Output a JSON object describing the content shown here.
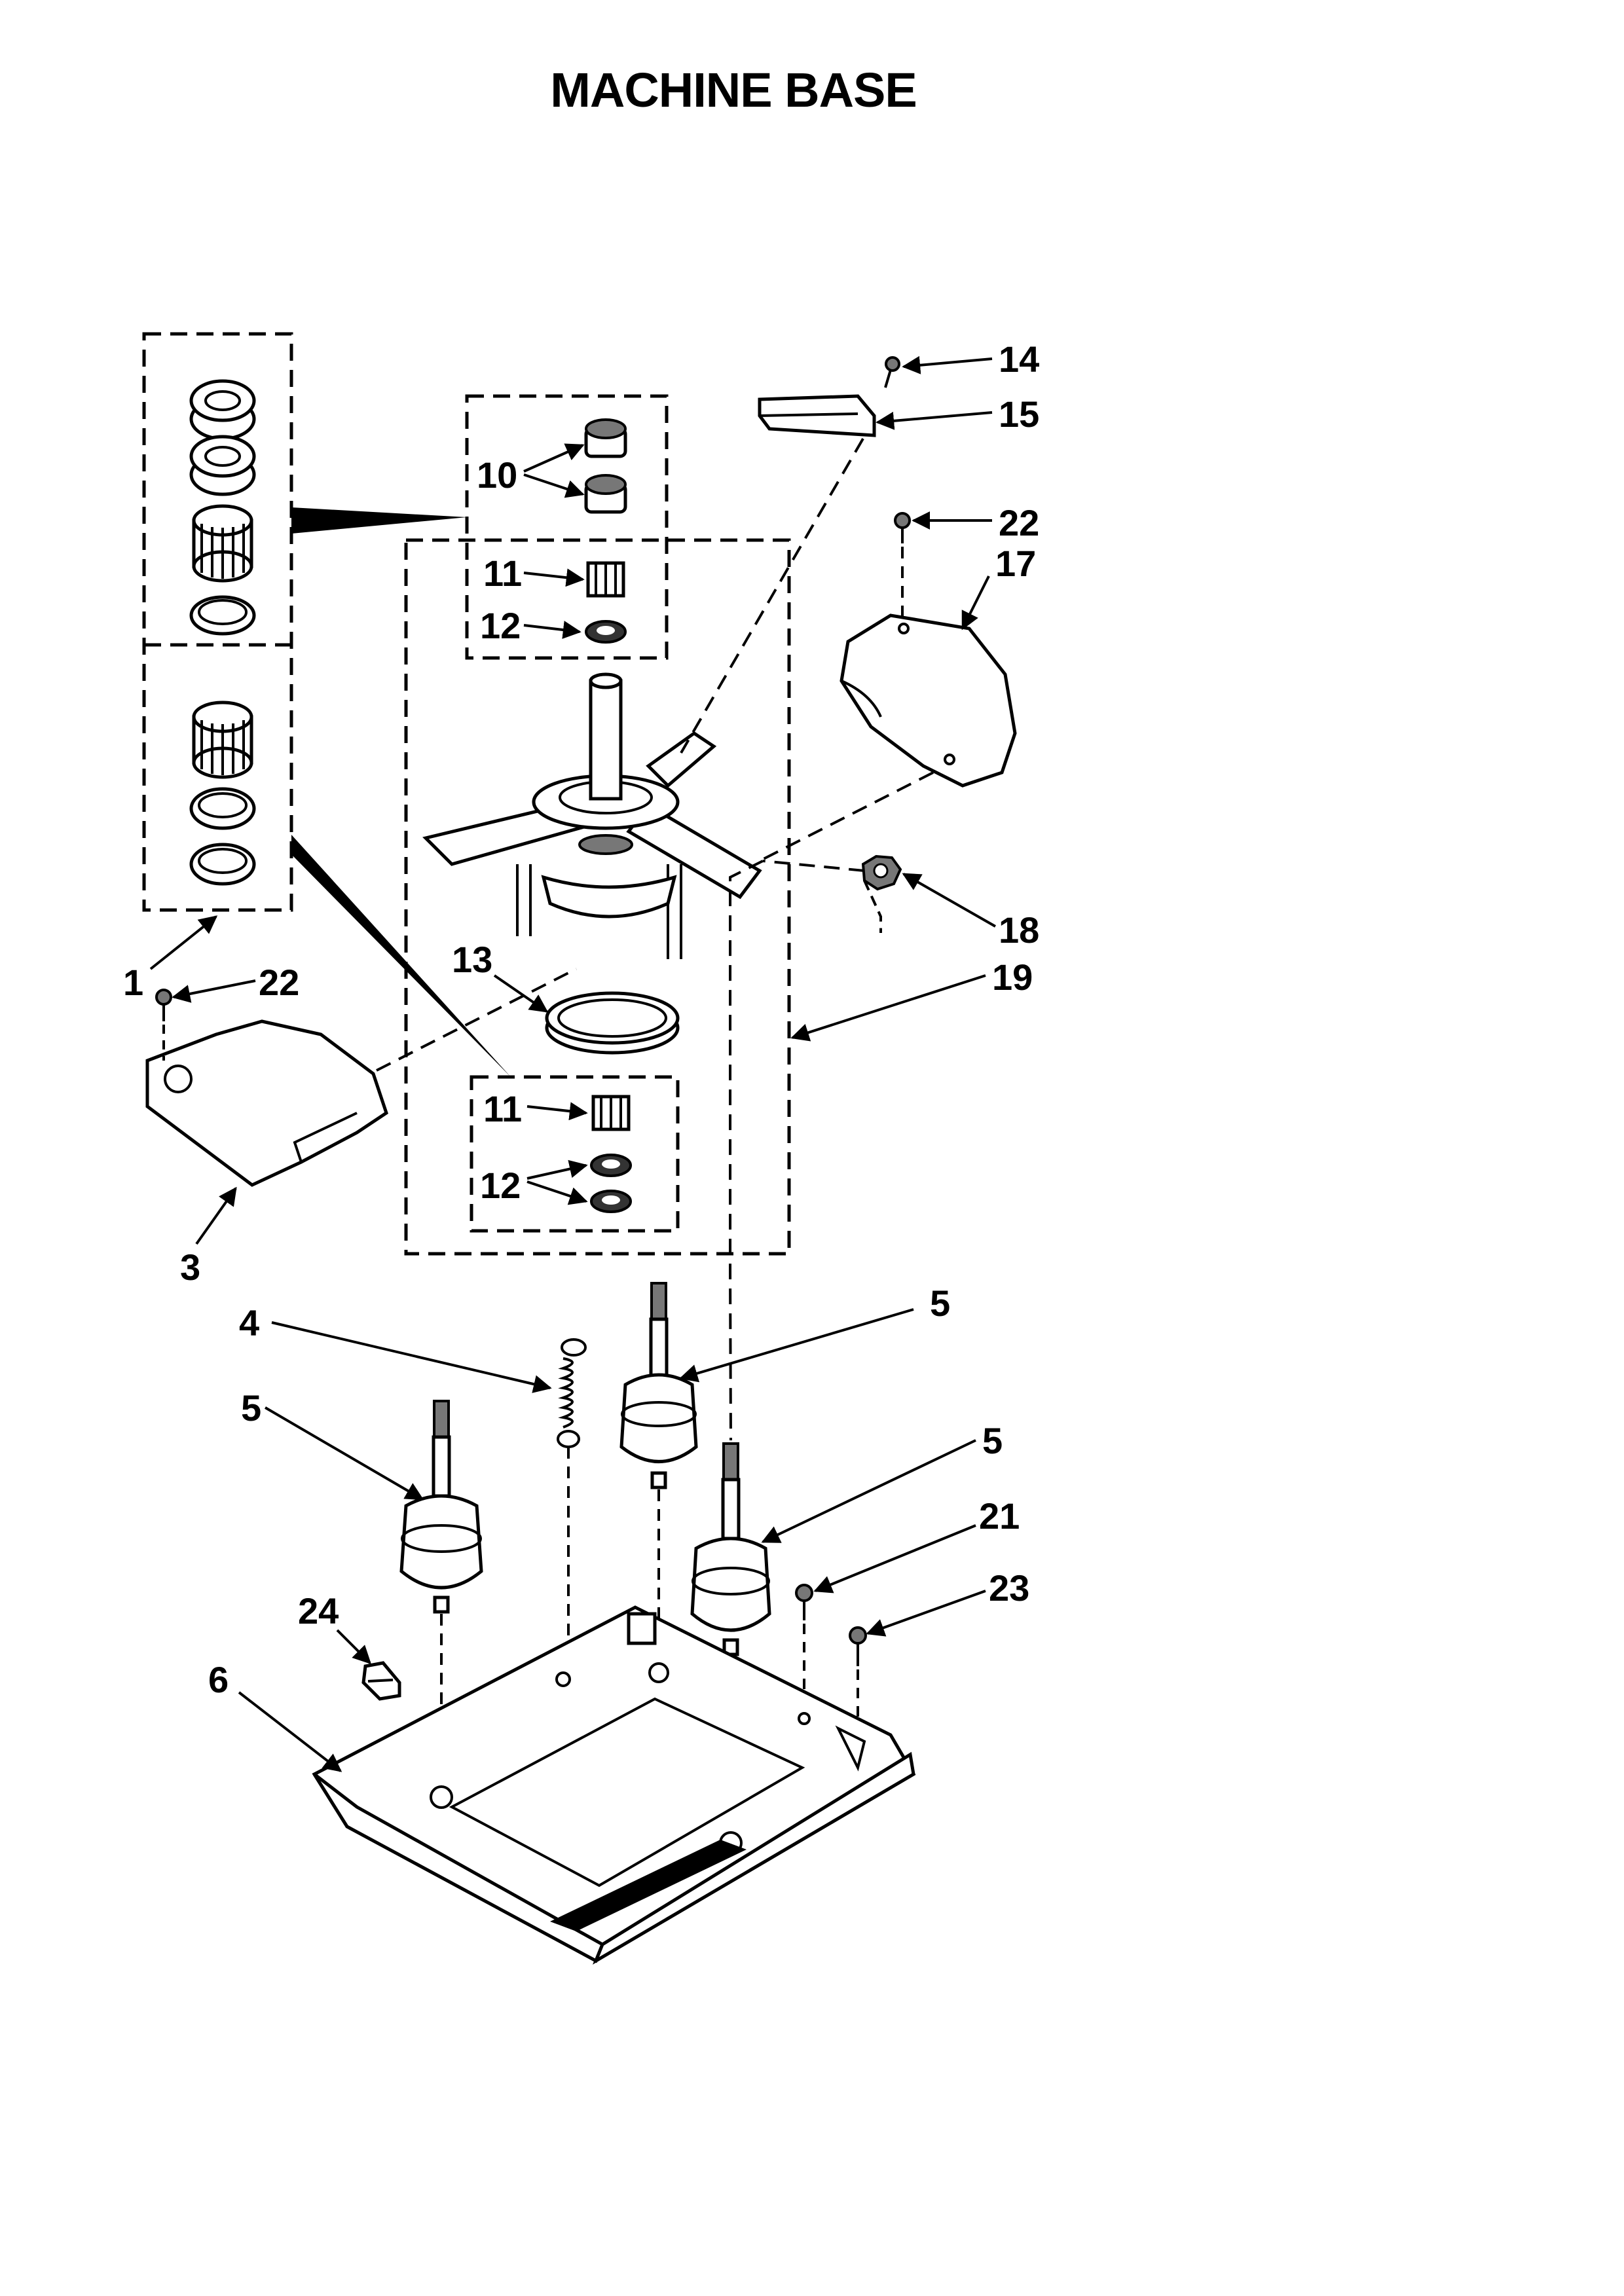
{
  "title": "MACHINE BASE",
  "callouts": {
    "c1": "1",
    "c3": "3",
    "c4": "4",
    "c5a": "5",
    "c5b": "5",
    "c5c": "5",
    "c6": "6",
    "c10": "10",
    "c11a": "11",
    "c11b": "11",
    "c12a": "12",
    "c12b": "12",
    "c13": "13",
    "c14": "14",
    "c15": "15",
    "c17": "17",
    "c18": "18",
    "c19": "19",
    "c21": "21",
    "c22a": "22",
    "c22b": "22",
    "c23": "23",
    "c24": "24"
  }
}
